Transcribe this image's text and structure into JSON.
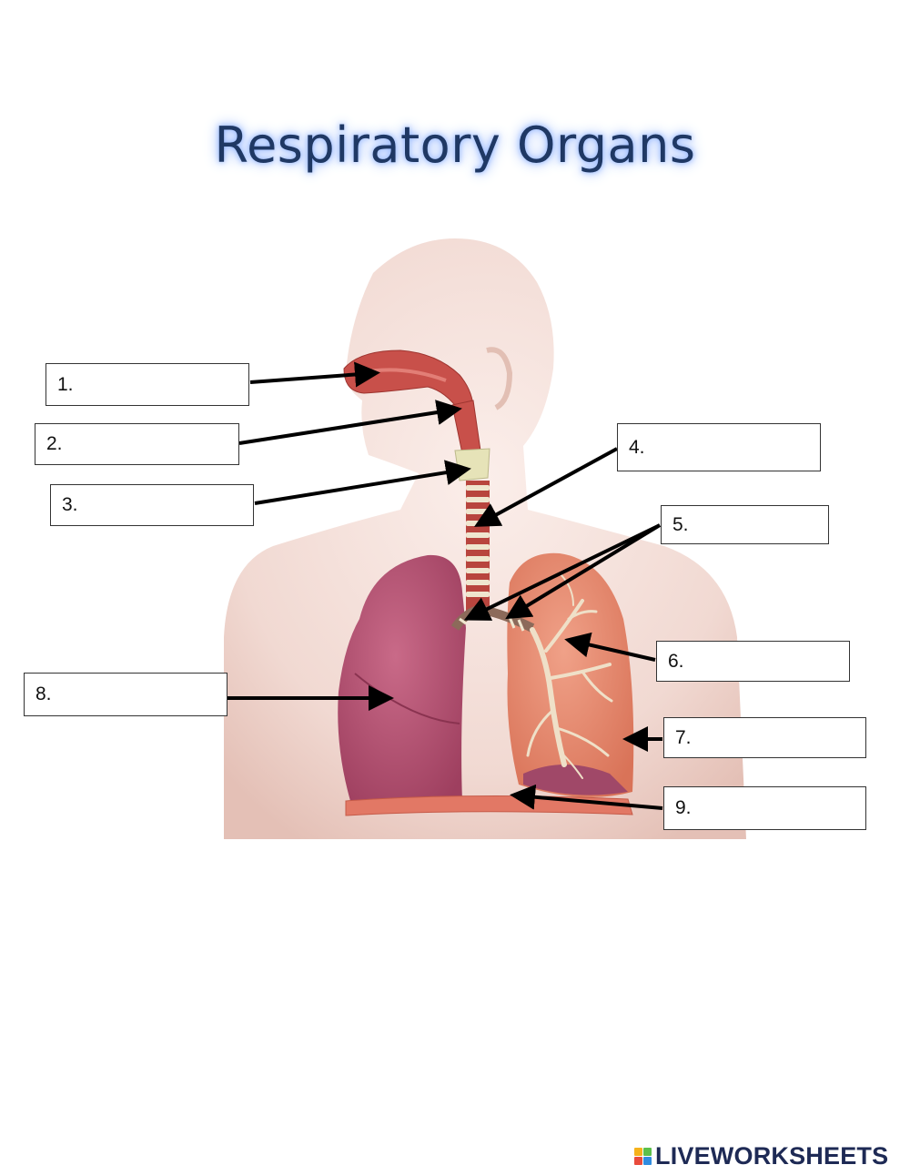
{
  "title": "Respiratory Organs",
  "labels": [
    {
      "id": "1",
      "text": "1."
    },
    {
      "id": "2",
      "text": "2."
    },
    {
      "id": "3",
      "text": "3."
    },
    {
      "id": "4",
      "text": "4."
    },
    {
      "id": "5",
      "text": "5."
    },
    {
      "id": "6",
      "text": "6."
    },
    {
      "id": "7",
      "text": "7."
    },
    {
      "id": "8",
      "text": "8."
    },
    {
      "id": "9",
      "text": "9."
    }
  ],
  "brand": {
    "text": "LIVEWORKSHEETS",
    "logo_colors": [
      "#f6b21b",
      "#5cc04a",
      "#e94b3c",
      "#2f8ce0"
    ]
  },
  "colors": {
    "title": "#1f3864",
    "title_glow": "#8fb2ff",
    "skin": "#f1d9d2",
    "lung_right": "#b85877",
    "lung_left": "#e88a6d",
    "airway": "#c8504a",
    "arrow": "#000000"
  }
}
